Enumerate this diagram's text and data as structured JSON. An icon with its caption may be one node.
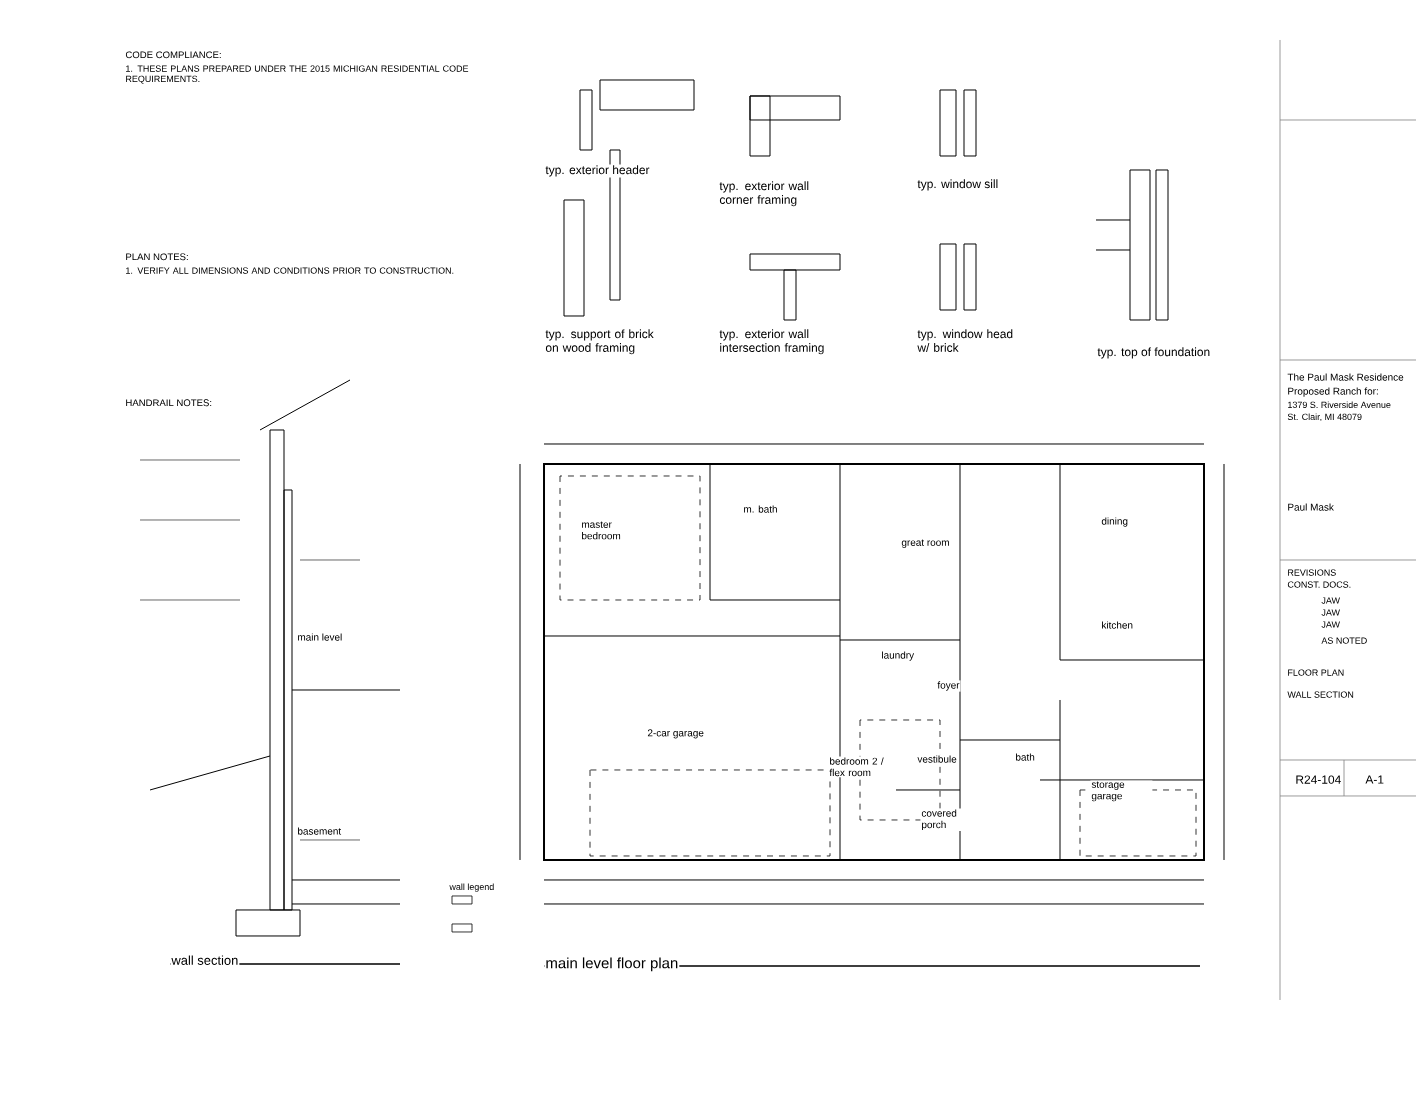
{
  "diagram": {
    "labels": [
      "CODE COMPLIANCE:",
      "1. THESE PLANS PREPARED UNDER THE 2015 MICHIGAN RESIDENTIAL CODE REQUIREMENTS.",
      "PLAN NOTES:",
      "1. VERIFY ALL DIMENSIONS AND CONDITIONS PRIOR TO CONSTRUCTION.",
      "HANDRAIL NOTES:",
      "typ. exterior header",
      "typ. exterior wall corner framing",
      "typ. window sill",
      "typ. support of brick on wood framing",
      "typ. exterior wall intersection framing",
      "typ. window head w/ brick",
      "typ. top of foundation",
      "master bedroom",
      "m. bath",
      "great room",
      "dining",
      "kitchen",
      "laundry",
      "foyer",
      "2-car garage",
      "bedroom 2 / flex room",
      "vestibule",
      "bath",
      "storage garage",
      "covered porch",
      "main level floor plan",
      "main level",
      "basement",
      "wall section",
      "wall legend",
      "The Paul Mask Residence",
      "Proposed Ranch for:",
      "1379 S. Riverside Avenue",
      "St. Clair, MI 48079",
      "Paul Mask",
      "REVISIONS",
      "CONST. DOCS.",
      "JAW",
      "JAW",
      "JAW",
      "AS NOTED",
      "FLOOR PLAN",
      "WALL SECTION",
      "R24-104",
      "A-1"
    ]
  }
}
